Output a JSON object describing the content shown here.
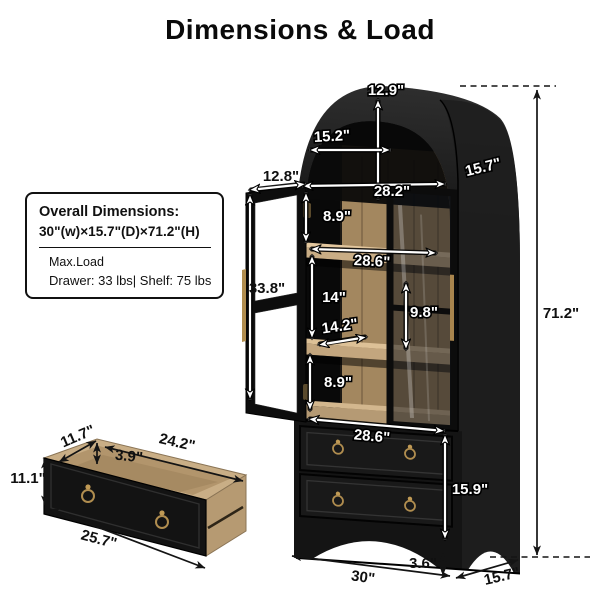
{
  "title": "Dimensions & Load",
  "info_box": {
    "heading": "Overall Dimensions:",
    "dimensions_line": "30\"(w)×15.7\"(D)×71.2\"(H)",
    "max_load_label": "Max.Load",
    "load_detail": "Drawer: 33 lbs| Shelf: 75 lbs"
  },
  "cabinet_dims": {
    "arch_rise": "12.9\"",
    "arch_inner_width": "15.2\"",
    "top_depth": "15.7\"",
    "door_width": "12.8\"",
    "opening_width": "28.2\"",
    "gap_top": "8.9\"",
    "shelf_width_upper": "28.6\"",
    "door_height": "33.8\"",
    "gap_middle": "14\"",
    "shelf_depth": "14.2\"",
    "gap_right": "9.8\"",
    "gap_lower": "8.9\"",
    "shelf_width_lower": "28.6\"",
    "drawer_section_height": "15.9\"",
    "overall_height": "71.2\"",
    "leg_height": "3.6\"",
    "base_width": "30\"",
    "base_depth": "15.7\""
  },
  "drawer_detail_dims": {
    "top_edge_depth": "11.7\"",
    "inner_width": "24.2\"",
    "inner_depth": "3.9\"",
    "height": "11.1\"",
    "front_width": "25.7\""
  },
  "colors": {
    "cabinet": "#161616",
    "wood": "#c9ae86",
    "brass": "#b08d4f",
    "dim_line_light": "#ffffff",
    "dim_line_dark": "#111111"
  }
}
